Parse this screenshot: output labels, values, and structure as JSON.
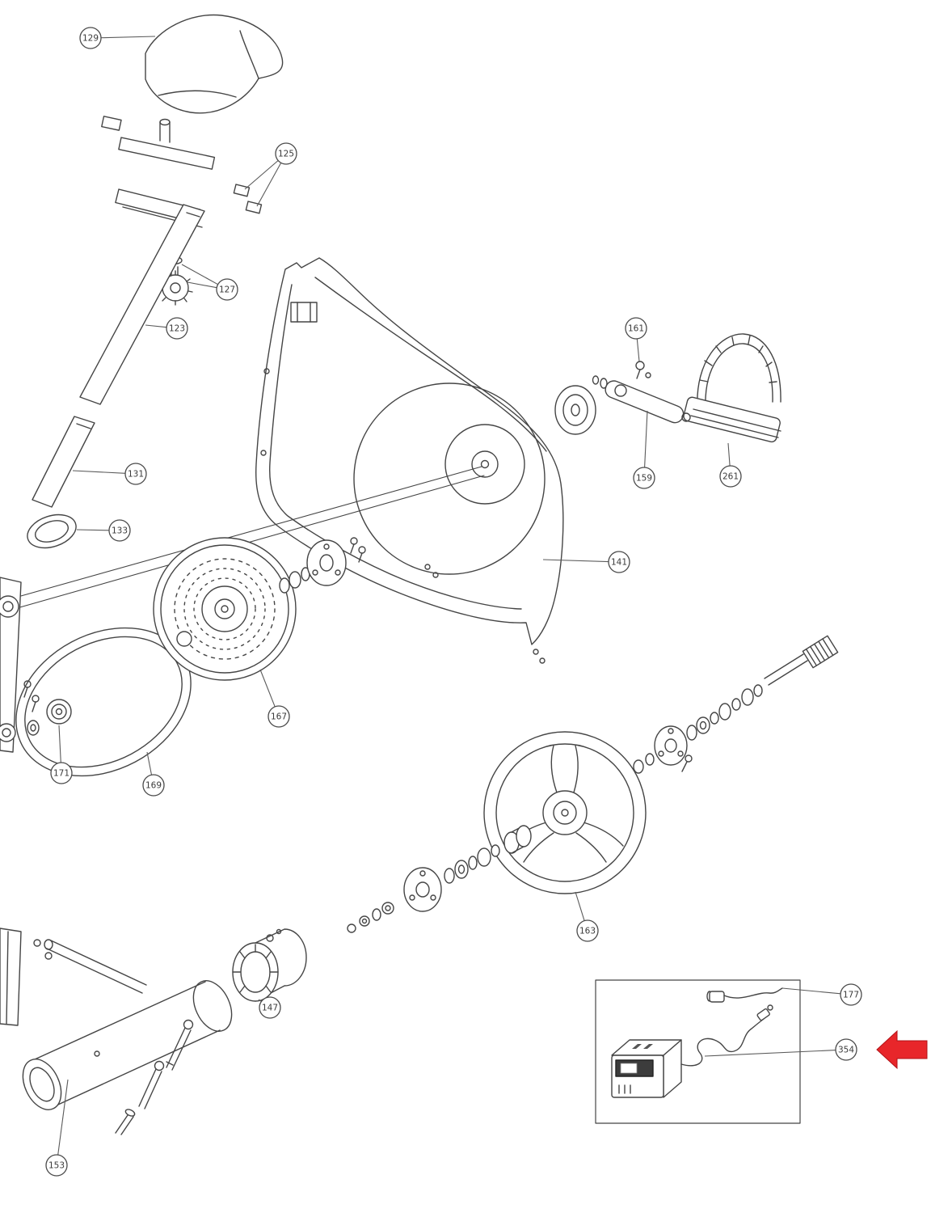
{
  "diagram": {
    "type": "exploded-parts-diagram",
    "subject": "exercise-bike-parts",
    "background": "#ffffff",
    "line_color": "#454545",
    "highlight_color": "#e8262a",
    "highlighted_part": "354",
    "callouts": [
      {
        "num": "129",
        "balloon": [
          112,
          47
        ],
        "targets": [
          [
            192,
            45
          ]
        ]
      },
      {
        "num": "125",
        "balloon": [
          354,
          190
        ],
        "targets": [
          [
            303,
            234
          ],
          [
            318,
            255
          ]
        ]
      },
      {
        "num": "127",
        "balloon": [
          281,
          358
        ],
        "targets": [
          [
            232,
            349
          ],
          [
            225,
            327
          ]
        ]
      },
      {
        "num": "123",
        "balloon": [
          219,
          406
        ],
        "targets": [
          [
            180,
            402
          ]
        ]
      },
      {
        "num": "131",
        "balloon": [
          168,
          586
        ],
        "targets": [
          [
            90,
            582
          ]
        ]
      },
      {
        "num": "133",
        "balloon": [
          148,
          656
        ],
        "targets": [
          [
            95,
            655
          ]
        ]
      },
      {
        "num": "161",
        "balloon": [
          787,
          406
        ],
        "targets": [
          [
            791,
            447
          ]
        ]
      },
      {
        "num": "159",
        "balloon": [
          797,
          591
        ],
        "targets": [
          [
            801,
            508
          ]
        ]
      },
      {
        "num": "261",
        "balloon": [
          904,
          589
        ],
        "targets": [
          [
            901,
            548
          ]
        ]
      },
      {
        "num": "141",
        "balloon": [
          766,
          695
        ],
        "targets": [
          [
            672,
            692
          ]
        ]
      },
      {
        "num": "167",
        "balloon": [
          345,
          886
        ],
        "targets": [
          [
            322,
            828
          ]
        ]
      },
      {
        "num": "171",
        "balloon": [
          76,
          956
        ],
        "targets": [
          [
            73,
            897
          ]
        ]
      },
      {
        "num": "169",
        "balloon": [
          190,
          971
        ],
        "targets": [
          [
            182,
            930
          ]
        ]
      },
      {
        "num": "163",
        "balloon": [
          727,
          1151
        ],
        "targets": [
          [
            712,
            1103
          ]
        ]
      },
      {
        "num": "147",
        "balloon": [
          334,
          1246
        ],
        "targets": [
          [
            320,
            1236
          ]
        ]
      },
      {
        "num": "153",
        "balloon": [
          70,
          1441
        ],
        "targets": [
          [
            84,
            1335
          ]
        ]
      },
      {
        "num": "177",
        "balloon": [
          1053,
          1230
        ],
        "targets": [
          [
            968,
            1222
          ]
        ]
      },
      {
        "num": "354",
        "balloon": [
          1047,
          1298
        ],
        "targets": [
          [
            872,
            1306
          ]
        ],
        "highlighted": true
      }
    ]
  }
}
